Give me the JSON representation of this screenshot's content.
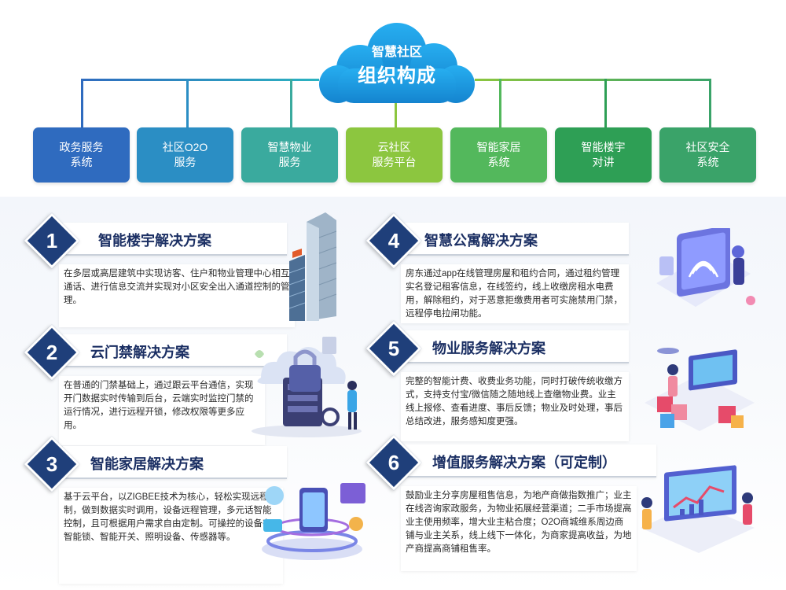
{
  "header": {
    "cloud_title": "智慧社区",
    "cloud_subtitle": "组织构成",
    "cloud_color": "#1e9be0"
  },
  "systems": [
    {
      "line1": "政务服务",
      "line2": "系统",
      "color": "#2f6bbf"
    },
    {
      "line1": "社区O2O",
      "line2": "服务",
      "color": "#2b8ec4"
    },
    {
      "line1": "智慧物业",
      "line2": "服务",
      "color": "#3aaa9e"
    },
    {
      "line1": "云社区",
      "line2": "服务平台",
      "color": "#8cc63f"
    },
    {
      "line1": "智能家居",
      "line2": "系统",
      "color": "#53b85c"
    },
    {
      "line1": "智能楼宇",
      "line2": "对讲",
      "color": "#2e9f55"
    },
    {
      "line1": "社区安全",
      "line2": "系统",
      "color": "#3aa369"
    }
  ],
  "solutions": [
    {
      "num": "1",
      "title": "智能楼宇解决方案",
      "illustration": "skyscraper-icon",
      "desc": "在多层或高层建筑中实现访客、住户和物业管理中心相互通话、进行信息交流并实现对小区安全出入通道控制的管理。"
    },
    {
      "num": "2",
      "title": "云门禁解决方案",
      "illustration": "cloud-lock-icon",
      "desc": "在普通的门禁基础上，通过跟云平台通信，实现开门数据实时传输到后台，云端实时监控门禁的运行情况，进行远程开锁，修改权限等更多应用。"
    },
    {
      "num": "3",
      "title": "智能家居解决方案",
      "illustration": "smart-home-icon",
      "desc": "基于云平台，以ZIGBEE技术为核心，轻松实现远程控制，做到数据实时调用，设备远程管理，多元话智能控制，且可根据用户需求自由定制。可操控的设备有智能锁、智能开关、照明设备、传感器等。"
    },
    {
      "num": "4",
      "title": "智慧公寓解决方案",
      "illustration": "fingerprint-icon",
      "desc": "房东通过app在线管理房屋和租约合同，通过租约管理实名登记租客信息，在线签约，线上收缴房租水电费用，解除租约，对于恶意拒缴费用者可实施禁用门禁，远程停电拉闸功能。"
    },
    {
      "num": "5",
      "title": "物业服务解决方案",
      "illustration": "property-service-icon",
      "desc": "完整的智能计费、收费业务功能，同时打破传统收缴方式，支持支付宝/微信随之随地线上查缴物业费。业主线上报修、查看进度、事后反馈；物业及时处理，事后总结改进，服务感知度更强。"
    },
    {
      "num": "6",
      "title": "增值服务解决方案（可定制）",
      "illustration": "analytics-icon",
      "desc": "鼓励业主分享房屋租售信息，为地产商做指数推广；业主在线咨询家政服务，为物业拓展经营渠道；二手市场提高业主使用频率，增大业主粘合度；O2O商城维系周边商铺与业主关系，线上线下一体化，为商家提高收益，为地产商提高商铺租售率。"
    }
  ]
}
